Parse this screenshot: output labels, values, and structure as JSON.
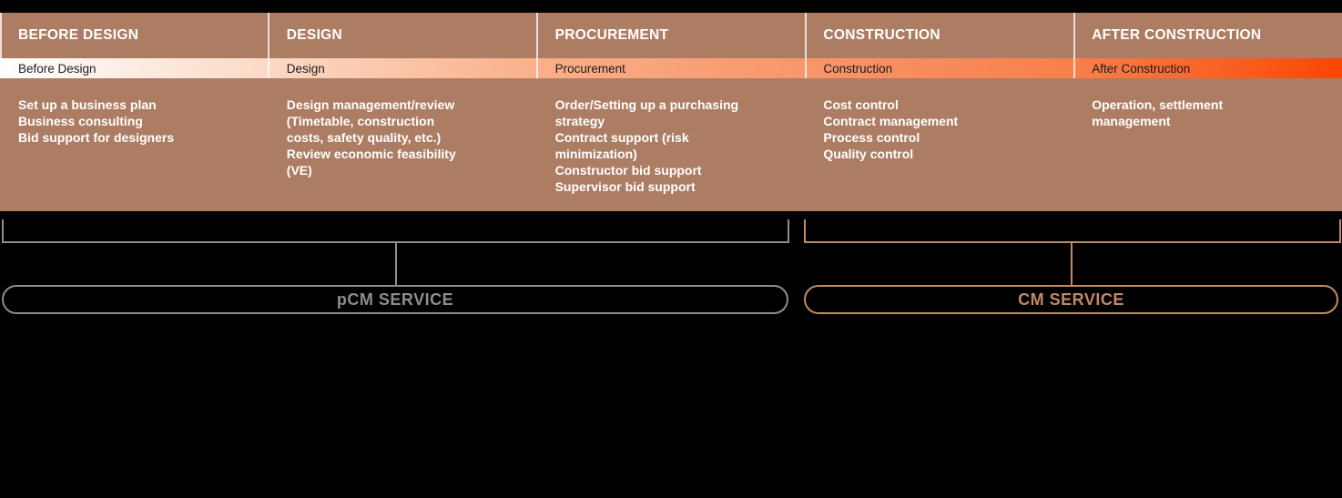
{
  "colors": {
    "background": "#000000",
    "panel": "#ad7d63",
    "band_gradient_start": "#ffffff",
    "band_gradient_end": "#fb4505",
    "header_text": "#ffffff",
    "band_text": "#1d1d1d",
    "body_text": "#ffffff",
    "pcm_service_accent": "#8d8d8d",
    "cm_service_accent": "#c28a64"
  },
  "columns": [
    {
      "header": "BEFORE DESIGN",
      "band_label": "Before Design",
      "lines": [
        "Set up a business plan",
        "Business consulting",
        "Bid support for designers"
      ]
    },
    {
      "header": "DESIGN",
      "band_label": "Design",
      "lines": [
        "Design management/review",
        "(Timetable, construction",
        "costs, safety quality, etc.)",
        "Review economic feasibility",
        "(VE)"
      ]
    },
    {
      "header": "PROCUREMENT",
      "band_label": "Procurement",
      "lines": [
        "Order/Setting up a purchasing",
        "strategy",
        "Contract support (risk",
        "minimization)",
        "Constructor bid support",
        "Supervisor bid support"
      ]
    },
    {
      "header": "CONSTRUCTION",
      "band_label": "Construction",
      "lines": [
        "Cost control",
        "Contract management",
        "Process control",
        "Quality control"
      ]
    },
    {
      "header": "AFTER CONSTRUCTION",
      "band_label": "After Construction",
      "lines": [
        "Operation, settlement",
        "management"
      ]
    }
  ],
  "services": [
    {
      "label": "pCM SERVICE"
    },
    {
      "label": "CM SERVICE"
    }
  ]
}
